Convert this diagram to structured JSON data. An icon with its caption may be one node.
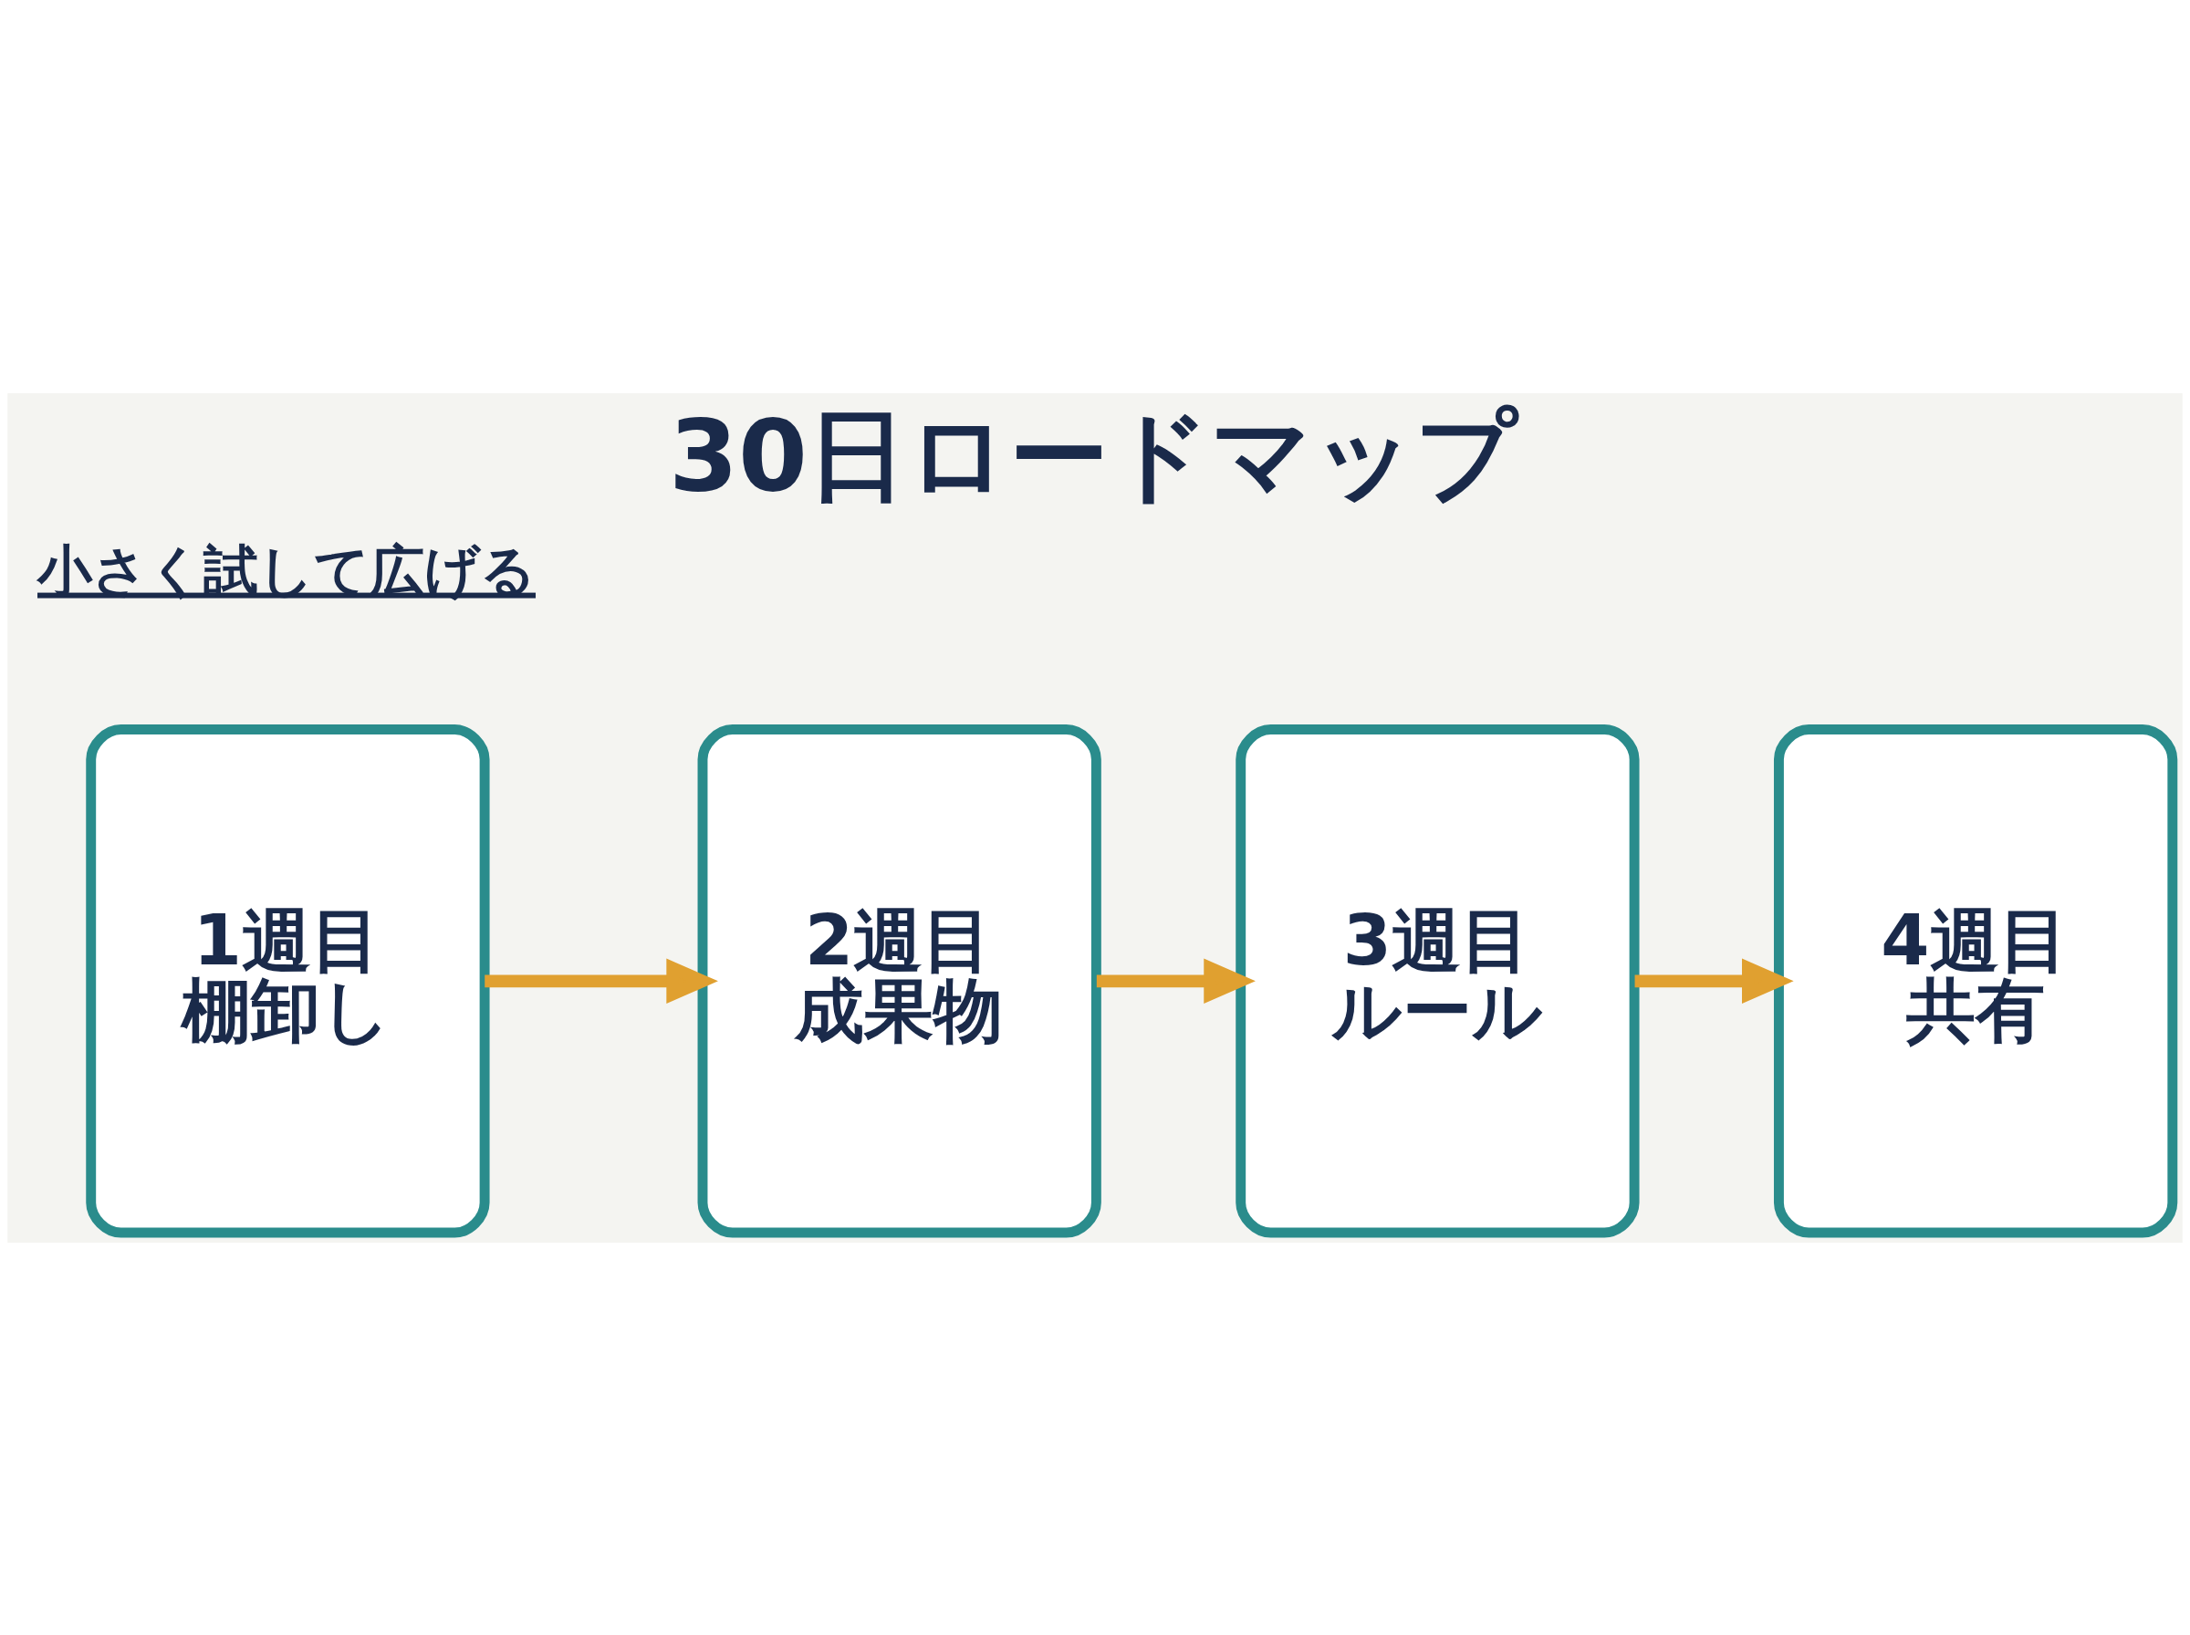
{
  "diagram": {
    "title": "30日ロードマップ",
    "caption": "小さく試して広げる",
    "nodes": [
      {
        "text": [
          "1週目",
          "棚卸し"
        ]
      },
      {
        "text": [
          "2週目",
          "成果物"
        ]
      },
      {
        "text": [
          "3週目",
          "ルール"
        ]
      },
      {
        "text": [
          "4週目",
          "共有"
        ]
      }
    ],
    "edges": [
      {
        "from": 0,
        "to": 1,
        "arrow": "to"
      },
      {
        "from": 1,
        "to": 2,
        "arrow": "to"
      },
      {
        "from": 2,
        "to": 3,
        "arrow": "to"
      }
    ]
  }
}
